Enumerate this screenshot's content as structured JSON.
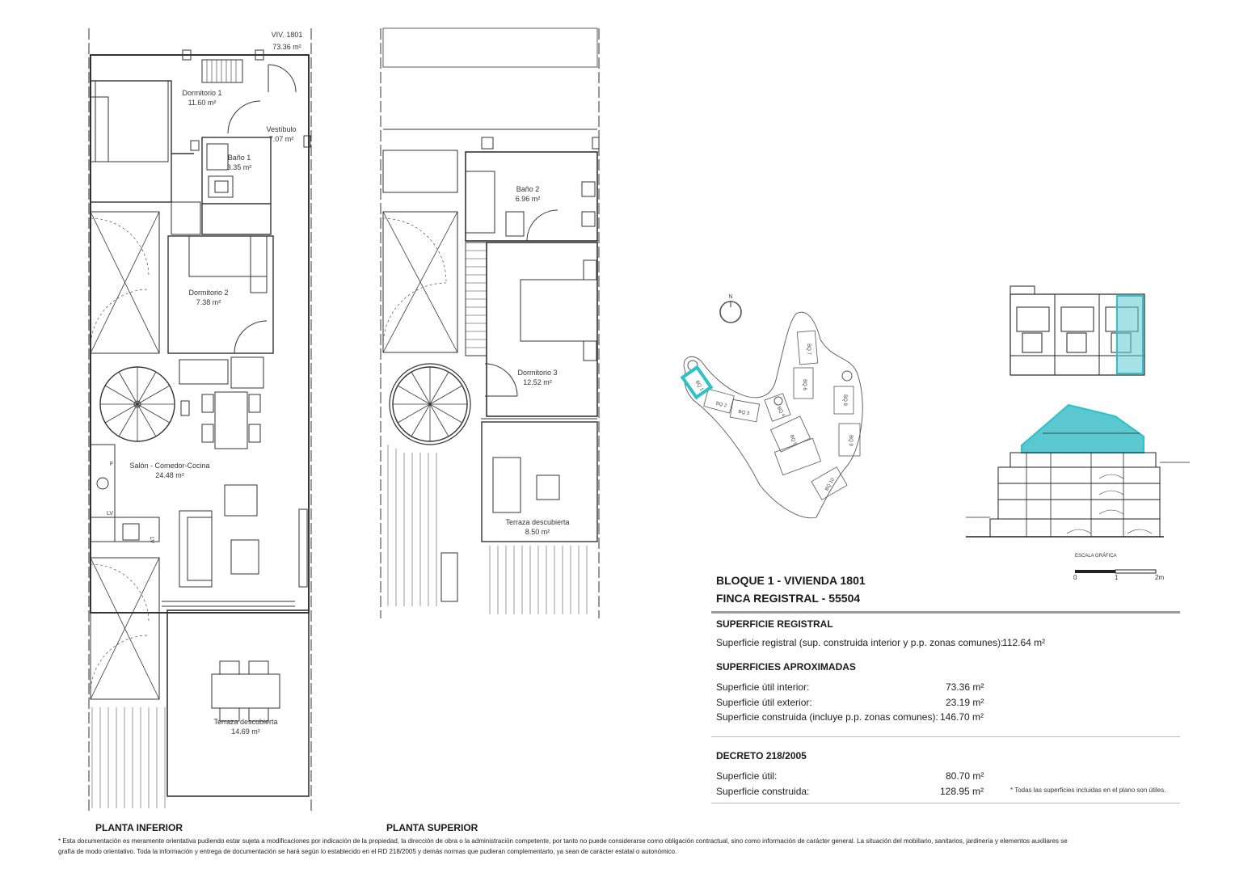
{
  "plan_lower": {
    "caption": "PLANTA INFERIOR",
    "unit_label": "VIV. 1801",
    "unit_area": "73.36 m²",
    "rooms": [
      {
        "name": "Dormitorio 1",
        "area": "11.60 m²"
      },
      {
        "name": "Vestíbulo",
        "area": "7.07 m²"
      },
      {
        "name": "Baño 1",
        "area": "3.35 m²"
      },
      {
        "name": "Dormitorio 2",
        "area": "7.38 m²"
      },
      {
        "name": "Salón - Comedor-Cocina",
        "area": "24.48 m²"
      },
      {
        "name": "Terraza descubierta",
        "area": "14.69 m²"
      }
    ],
    "appliance_labels": [
      "F",
      "LV",
      "LV"
    ]
  },
  "plan_upper": {
    "caption": "PLANTA SUPERIOR",
    "rooms": [
      {
        "name": "Baño 2",
        "area": "6.96 m²"
      },
      {
        "name": "Dormitorio 3",
        "area": "12.52 m²"
      },
      {
        "name": "Terraza descubierta",
        "area": "8.50 m²"
      }
    ]
  },
  "site_plan": {
    "north_label": "N",
    "blocks": [
      "BQ 1",
      "BQ 2",
      "BQ 3",
      "BQ 4",
      "BQ 5",
      "BQ 6",
      "BQ 7",
      "BQ 8",
      "BQ 9",
      "BQ 10"
    ],
    "highlight_color": "#5bc8d0"
  },
  "scale": {
    "label": "ESCALA GRÁFICA",
    "ticks": [
      "0",
      "1",
      "2m"
    ]
  },
  "info": {
    "title_line1": "BLOQUE 1 - VIVIENDA 1801",
    "title_line2": "FINCA REGISTRAL - 55504",
    "registral": {
      "heading": "SUPERFICIE REGISTRAL",
      "label": "Superficie registral (sup. construida interior y p.p. zonas comunes):",
      "value": "112.64 m²"
    },
    "aprox": {
      "heading": "SUPERFICIES APROXIMADAS",
      "rows": [
        {
          "label": "Superficie útil interior:",
          "value": "73.36 m²"
        },
        {
          "label": "Superficie útil exterior:",
          "value": "23.19 m²"
        },
        {
          "label": "Superficie construida (incluye p.p. zonas comunes):",
          "value": "146.70 m²"
        }
      ]
    },
    "decreto": {
      "heading": "DECRETO 218/2005",
      "rows": [
        {
          "label": "Superficie útil:",
          "value": "80.70 m²"
        },
        {
          "label": "Superficie construida:",
          "value": "128.95 m²"
        }
      ],
      "note": "* Todas las superficies incluidas en el plano son útiles."
    }
  },
  "footnote": {
    "line1": "* Esta documentación es meramente orientativa pudiendo estar sujeta a modificaciones por indicación de la propiedad, la dirección de obra o la administración competente, por tanto no puede considerarse como obligación contractual, sino como información de carácter general. La situación del mobiliario, sanitarios, jardinería y elementos auxiliares se",
    "line2": "grafía de modo orientativo. Toda la información y entrega de documentación se hará según lo establecido en el RD 218/2005 y demás normas que pudieran complementarlo, ya sean de carácter estatal o autonómico."
  }
}
